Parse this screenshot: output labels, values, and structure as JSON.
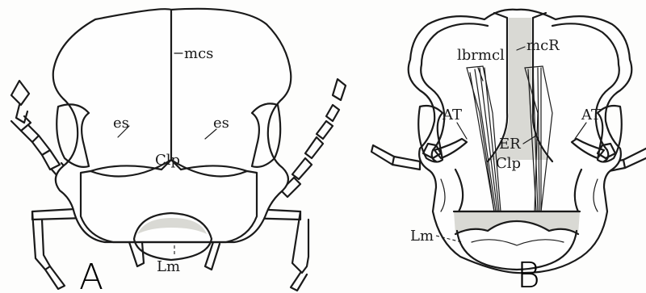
{
  "figure_a": {
    "panel_label": "A",
    "labels": {
      "mcs": "mcs",
      "es_left": "es",
      "es_right": "es",
      "clp": "Clp",
      "lm": "Lm"
    }
  },
  "figure_b": {
    "panel_label": "B",
    "labels": {
      "lbrmcl": "lbrmcl",
      "mcr": "mcR",
      "at_left": "AT",
      "at_right": "AT",
      "er": "ER",
      "clp": "Clp",
      "lm": "Lm"
    }
  }
}
